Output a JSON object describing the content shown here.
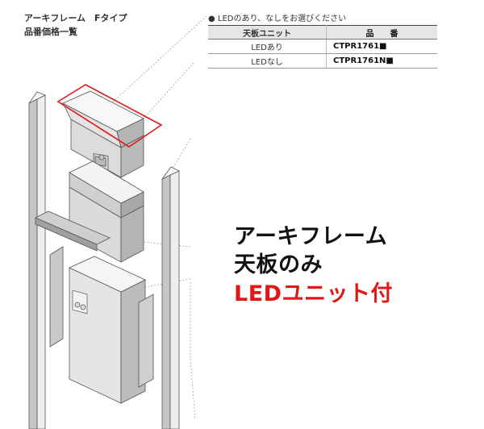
{
  "header": {
    "title": "アーキフレーム　Fタイプ",
    "subtitle": "品番価格一覧"
  },
  "note": "● LEDのあり、なしをお選びください",
  "table": {
    "columns": [
      "天板ユニット",
      "品　　番"
    ],
    "rows": [
      {
        "option": "LEDあり",
        "code": "CTPR1761■"
      },
      {
        "option": "LEDなし",
        "code": "CTPR1761N■"
      }
    ]
  },
  "headline": {
    "line1": "アーキフレーム",
    "line2": "天板のみ",
    "line3": "LEDユニット付"
  },
  "colors": {
    "highlight": "#e01818",
    "table_header": "#e6e6e6"
  }
}
